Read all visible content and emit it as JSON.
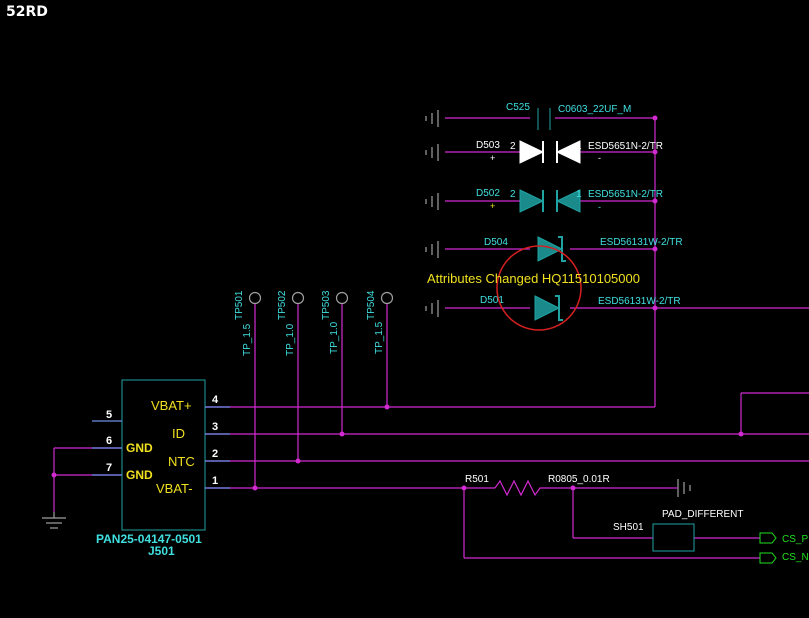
{
  "sheet_label": "52RD",
  "annotation": "Attributes Changed HQ11510105000",
  "connector": {
    "ref": "J501",
    "part": "PAN25-04147-0501",
    "pins": [
      {
        "num": "4",
        "name": "VBAT+"
      },
      {
        "num": "3",
        "name": "ID"
      },
      {
        "num": "2",
        "name": "NTC"
      },
      {
        "num": "1",
        "name": "VBAT-"
      },
      {
        "num": "5",
        "name": ""
      },
      {
        "num": "6",
        "name": "GND"
      },
      {
        "num": "7",
        "name": "GND"
      }
    ]
  },
  "testpoints": [
    {
      "ref": "TP501",
      "value": "TP_1.5"
    },
    {
      "ref": "TP502",
      "value": "TP_1.0"
    },
    {
      "ref": "TP503",
      "value": "TP_1.0"
    },
    {
      "ref": "TP504",
      "value": "TP_1.5"
    }
  ],
  "capacitor": {
    "ref": "C525",
    "value": "C0603_22UF_M"
  },
  "diodes": [
    {
      "ref": "D503",
      "part": "ESD5651N-2/TR",
      "pin_left": "2",
      "pin_right": "1",
      "pol_left": "+",
      "pol_right": "-"
    },
    {
      "ref": "D502",
      "part": "ESD5651N-2/TR",
      "pin_left": "2",
      "pin_right": "1",
      "pol_left": "+",
      "pol_right": "-"
    },
    {
      "ref": "D504",
      "part": "ESD56131W-2/TR"
    },
    {
      "ref": "D501",
      "part": "ESD56131W-2/TR"
    }
  ],
  "resistor": {
    "ref": "R501",
    "value": "R0805_0.01R"
  },
  "shunt": {
    "ref": "SH501",
    "value": "PAD_DIFFERENT"
  },
  "offpage": [
    "CS_P",
    "CS_N"
  ],
  "colors": {
    "wire": "#d12ad1",
    "component": "#1fa3a3",
    "pin_name": "#f0e020",
    "label": "#40e0e0",
    "annotation": "#f0e020",
    "highlight": "#d42020",
    "offpage": "#20e020"
  }
}
